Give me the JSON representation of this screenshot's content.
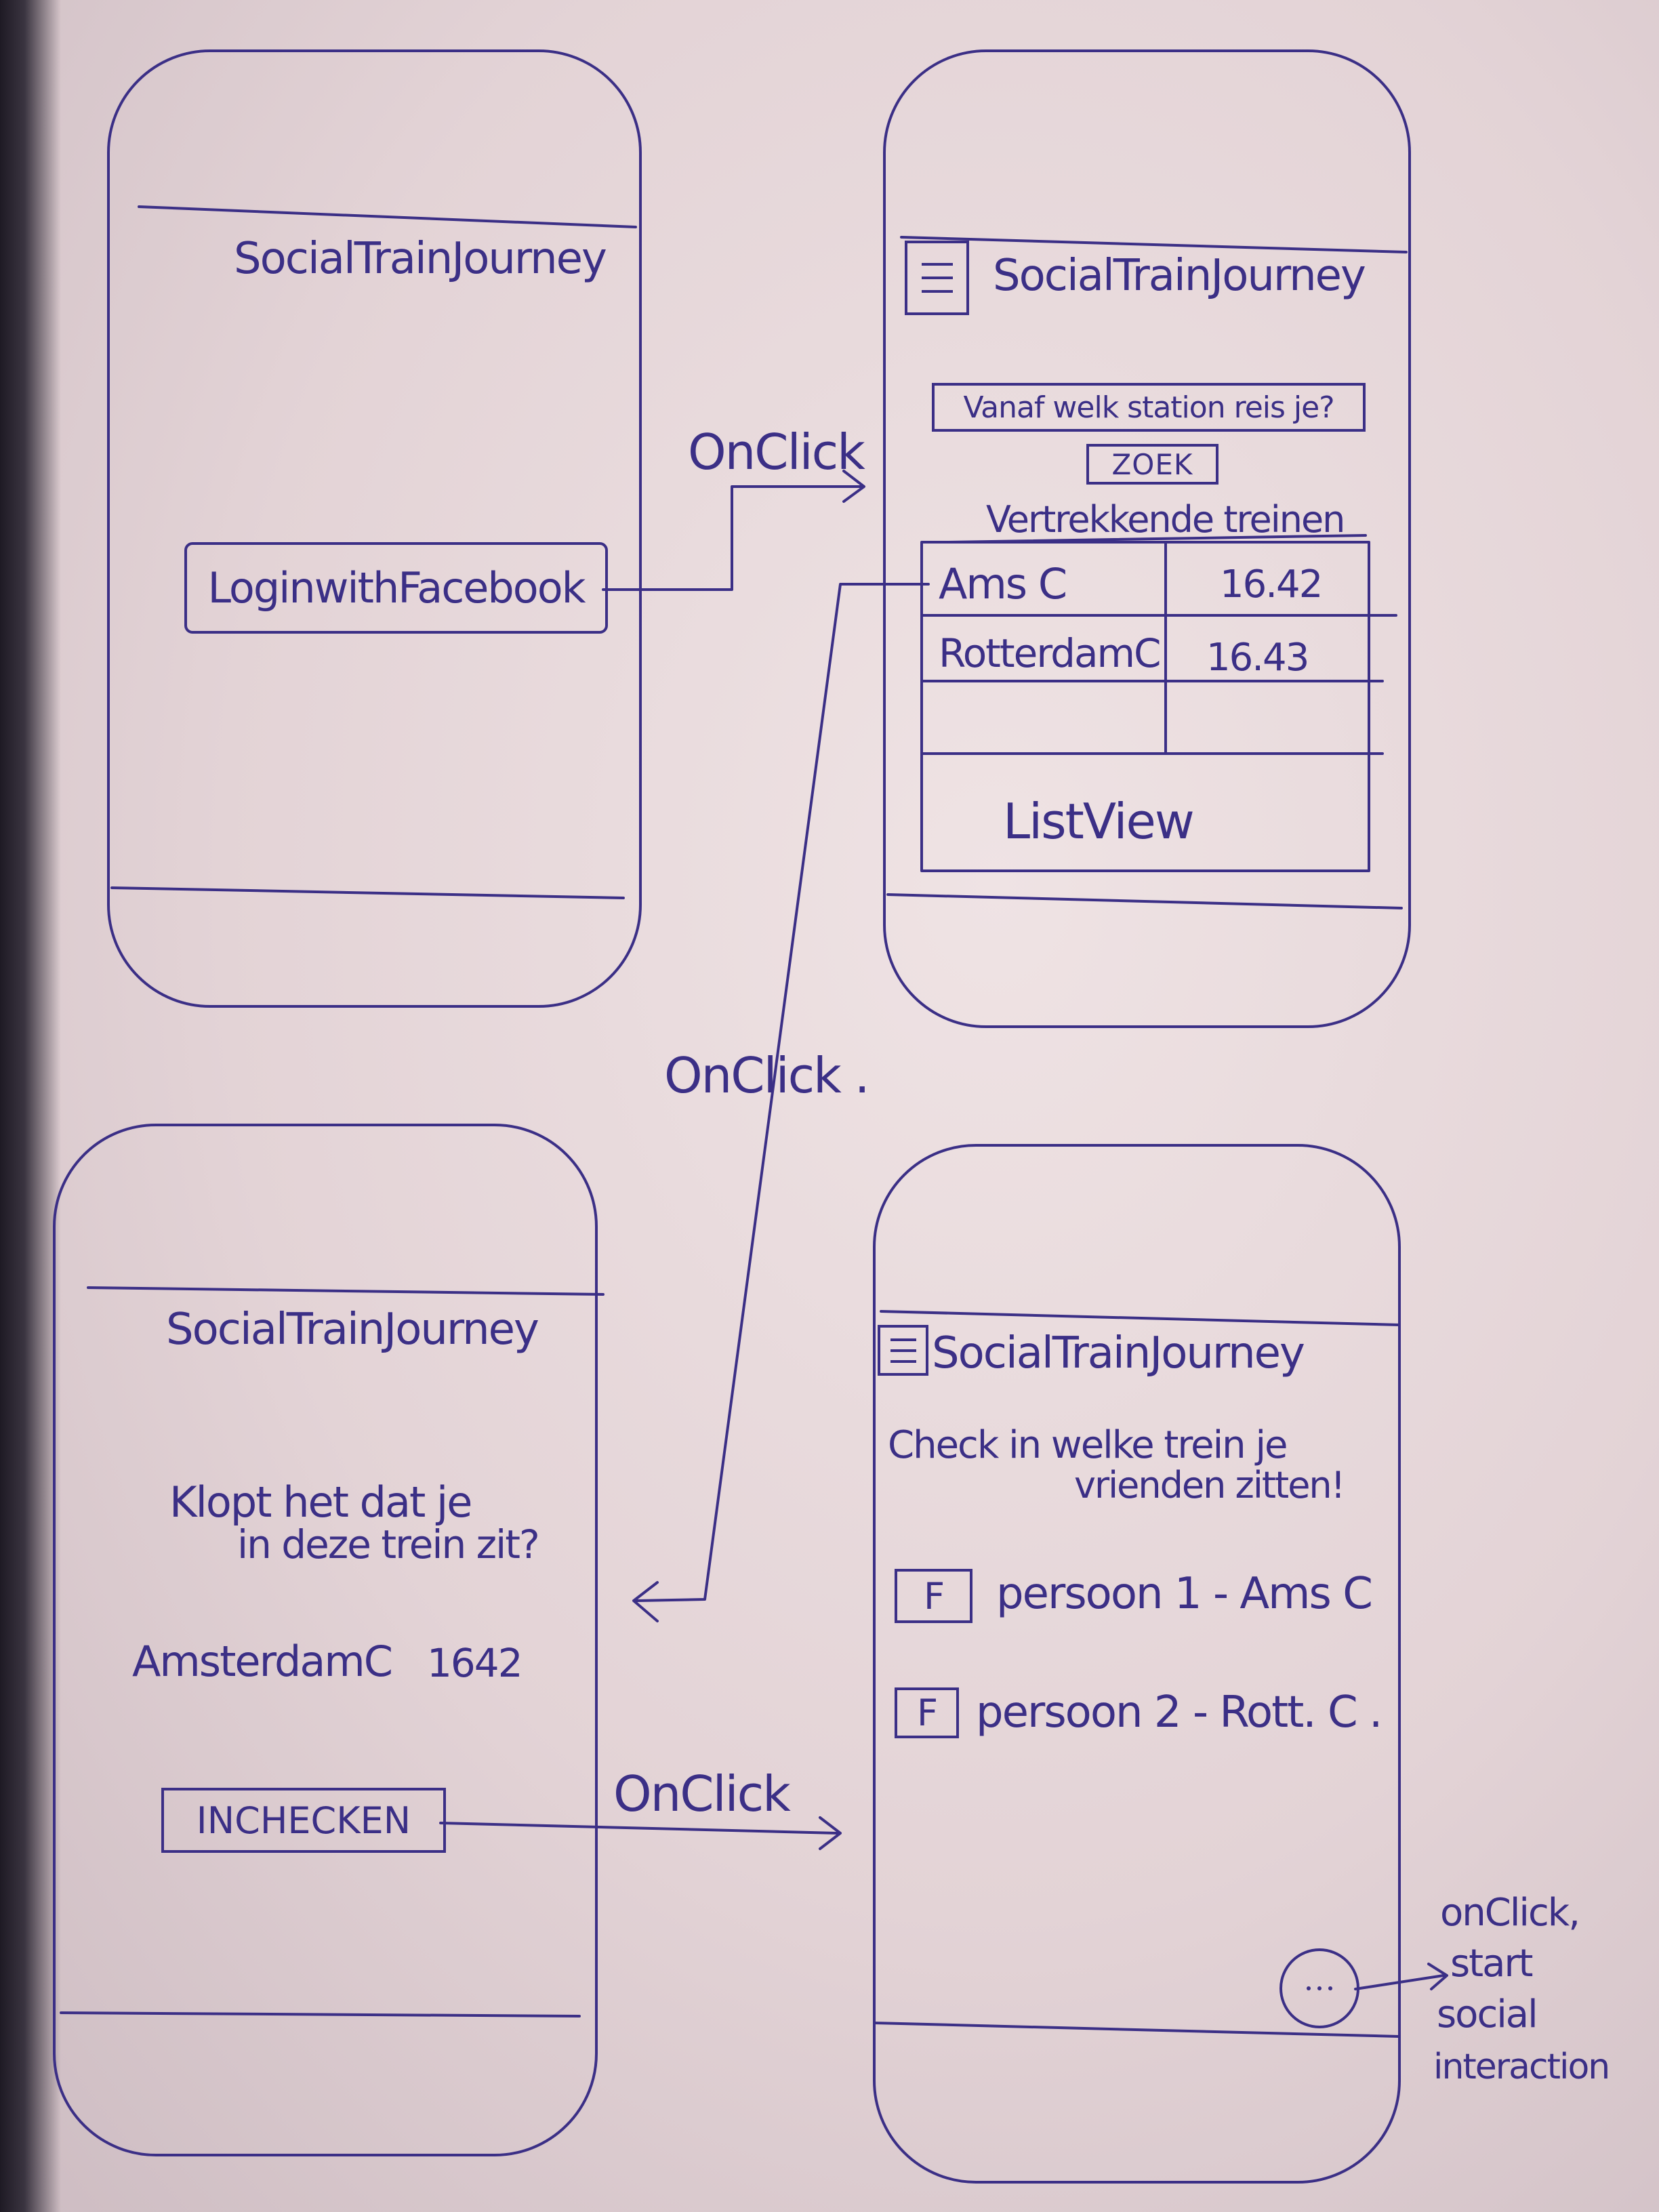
{
  "ink_color": "#3b2f86",
  "paper_color": "#e9dcde",
  "screen_login": {
    "title": "SocialTrainJourney",
    "login_button_label": "LoginwithFacebook"
  },
  "screen_search": {
    "menu_icon": "hamburger-icon",
    "title": "SocialTrainJourney",
    "search_placeholder": "Vanaf welk station reis je?",
    "search_button_label": "ZOEK",
    "departures_heading": "Vertrekkende treinen",
    "departures": [
      {
        "station": "Ams C",
        "time": "16.42"
      },
      {
        "station": "RotterdamC",
        "time": "16.43"
      },
      {
        "station": "",
        "time": ""
      }
    ],
    "listview_label": "ListView"
  },
  "screen_confirm": {
    "title": "SocialTrainJourney",
    "question_line1": "Klopt het dat je",
    "question_line2": "in deze trein zit?",
    "station": "AmsterdamC",
    "time": "1642",
    "checkin_button_label": "INCHECKEN"
  },
  "screen_friends": {
    "menu_icon": "hamburger-icon",
    "title": "SocialTrainJourney",
    "intro_line1": "Check in welke trein je",
    "intro_line2": "vrienden zitten!",
    "friends": [
      {
        "badge": "F",
        "label": "persoon 1 - Ams C"
      },
      {
        "badge": "F",
        "label": "persoon 2 - Rott. C ."
      }
    ],
    "fab_icon": "chat-bubble-icon"
  },
  "annotations": {
    "arrow1_label": "OnClick",
    "arrow2_label": "OnClick .",
    "arrow3_label": "OnClick",
    "fab_note_line1": "onClick,",
    "fab_note_line2": "start",
    "fab_note_line3": "social",
    "fab_note_line4": "interaction"
  }
}
